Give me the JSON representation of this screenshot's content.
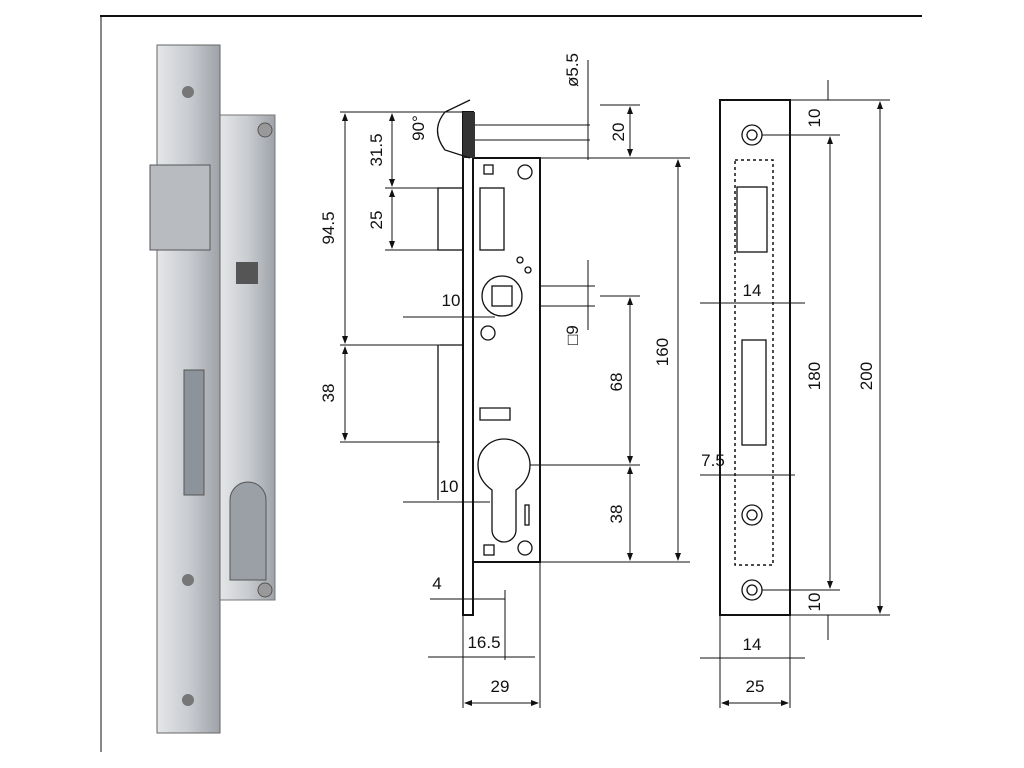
{
  "colors": {
    "line": "#111111",
    "photo_metal": "#c9ccd0",
    "photo_dark": "#7c8188"
  },
  "dimensions": {
    "diameter": "ø5.5",
    "angle": "90°",
    "d31_5": "31.5",
    "d20": "20",
    "d94_5": "94.5",
    "d25_bolt": "25",
    "d10_upper": "10",
    "square9": "□9",
    "d38_left": "38",
    "d68": "68",
    "d160": "160",
    "d10_lower": "10",
    "d38_right": "38",
    "d4": "4",
    "d16_5": "16.5",
    "d29": "29",
    "strike_d10_top": "10",
    "strike_d14_top": "14",
    "strike_d180": "180",
    "strike_d200": "200",
    "strike_d7_5": "7.5",
    "strike_d10_bottom": "10",
    "strike_d14_bottom": "14",
    "strike_d25": "25"
  }
}
